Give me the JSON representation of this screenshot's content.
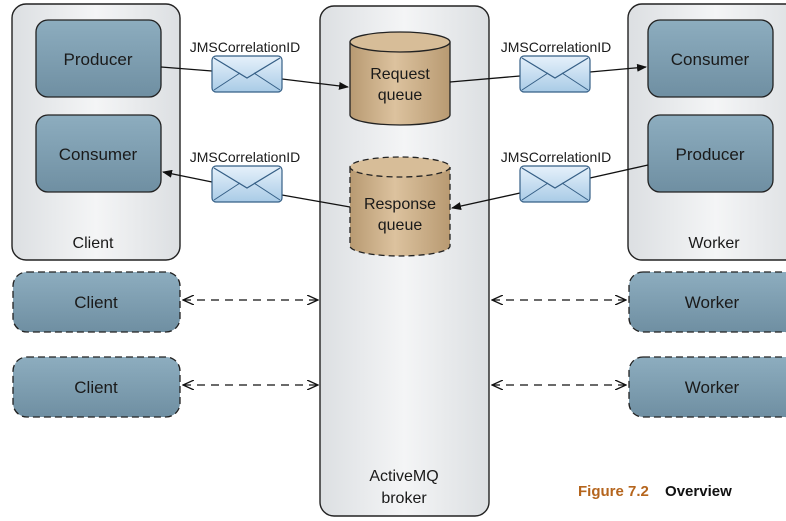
{
  "diagram": {
    "broker_label_line1": "ActiveMQ",
    "broker_label_line2": "broker",
    "client_group_label": "Client",
    "worker_group_label": "Worker",
    "client_producer": "Producer",
    "client_consumer": "Consumer",
    "worker_consumer": "Consumer",
    "worker_producer": "Producer",
    "request_queue_line1": "Request",
    "request_queue_line2": "queue",
    "response_queue_line1": "Response",
    "response_queue_line2": "queue",
    "msg_label_1": "JMSCorrelationID",
    "msg_label_2": "JMSCorrelationID",
    "msg_label_3": "JMSCorrelationID",
    "msg_label_4": "JMSCorrelationID",
    "extra_client_1": "Client",
    "extra_client_2": "Client",
    "extra_worker_1": "Worker",
    "extra_worker_2": "Worker"
  },
  "caption": {
    "number": "Figure 7.2",
    "title": "Overview"
  },
  "colors": {
    "panel_fill": "#e8eaec",
    "node_fill": "#7a9bad",
    "queue_fill": "#c9ad86",
    "envelope_fill": "#cfe3f3",
    "caption_accent": "#b5651d"
  }
}
